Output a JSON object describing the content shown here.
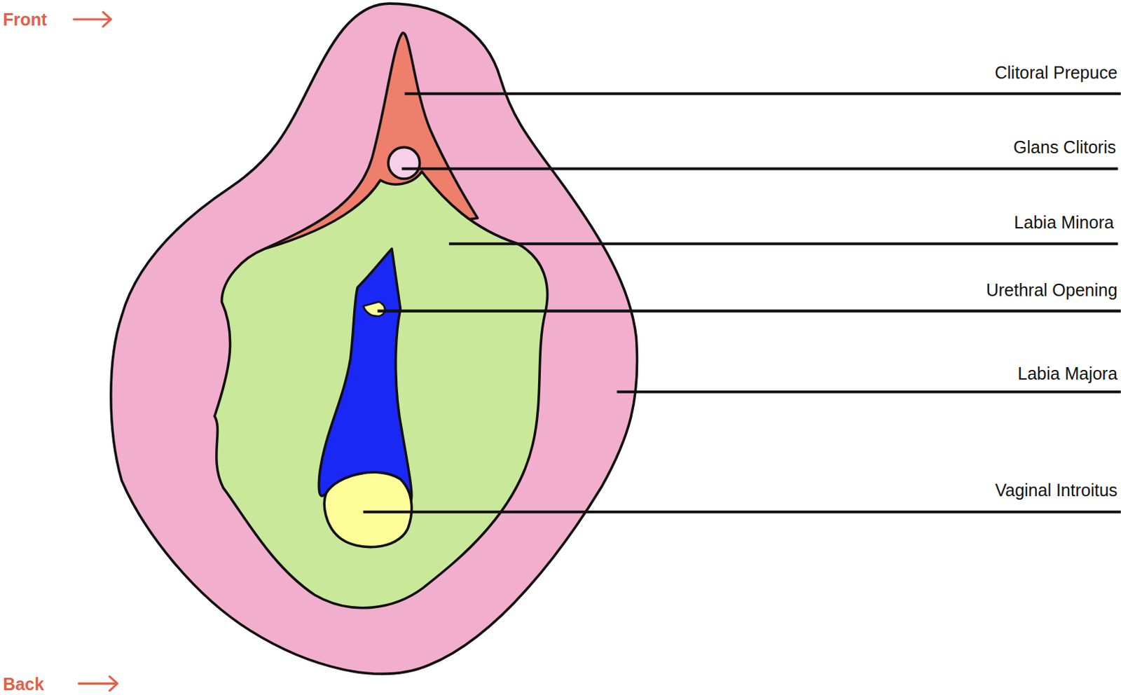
{
  "diagram": {
    "labels": [
      "Front",
      "Back",
      "Clitoral Prepuce",
      "Glans Clitoris",
      "Labia Minora",
      "Urethral Opening",
      "Labia Majora",
      "Vaginal Introitus"
    ]
  }
}
